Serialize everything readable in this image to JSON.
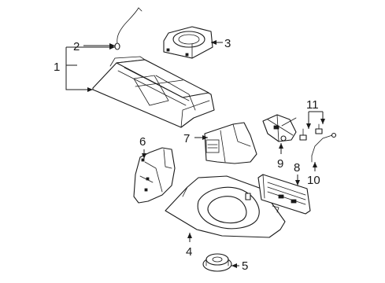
{
  "callouts": [
    "1",
    "2",
    "3",
    "4",
    "5",
    "6",
    "7",
    "8",
    "9",
    "10",
    "11"
  ]
}
